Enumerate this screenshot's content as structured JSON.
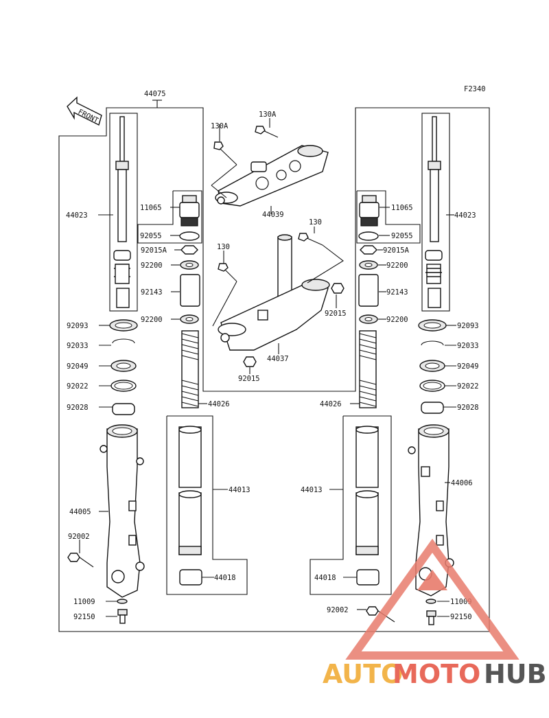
{
  "figure_code": "F2340",
  "front_label": "FRONT",
  "parts": {
    "p44075": "44075",
    "p44023_left": "44023",
    "p44023_right": "44023",
    "p11065_left": "11065",
    "p11065_right": "11065",
    "p92055_left": "92055",
    "p92055_right": "92055",
    "p92015A_left": "92015A",
    "p92015A_right": "92015A",
    "p92200a_left": "92200",
    "p92200a_right": "92200",
    "p92143_left": "92143",
    "p92143_right": "92143",
    "p92200b_left": "92200",
    "p92200b_right": "92200",
    "p92093_left": "92093",
    "p92093_right": "92093",
    "p92033_left": "92033",
    "p92033_right": "92033",
    "p92049_left": "92049",
    "p92049_right": "92049",
    "p92022_left": "92022",
    "p92022_right": "92022",
    "p92028_left": "92028",
    "p92028_right": "92028",
    "p44026_left": "44026",
    "p44026_right": "44026",
    "p44013_left": "44013",
    "p44013_right": "44013",
    "p44018_left": "44018",
    "p44018_right": "44018",
    "p44005": "44005",
    "p44006": "44006",
    "p92002_left": "92002",
    "p92002_right": "92002",
    "p11009_left": "11009",
    "p11009_right": "11009",
    "p92150_left": "92150",
    "p92150_right": "92150",
    "p130A_a": "130A",
    "p130A_b": "130A",
    "p44039": "44039",
    "p130_a": "130",
    "p130_b": "130",
    "p92015_a": "92015",
    "p92015_b": "92015",
    "p44037": "44037"
  },
  "watermark": {
    "part1": "AUTO",
    "part2": "MOTO",
    "part3": "HUB",
    "colors": {
      "auto": "#f2b44a",
      "moto": "#e8695a",
      "hub": "#555555",
      "triangle": "#e87b6c"
    }
  }
}
